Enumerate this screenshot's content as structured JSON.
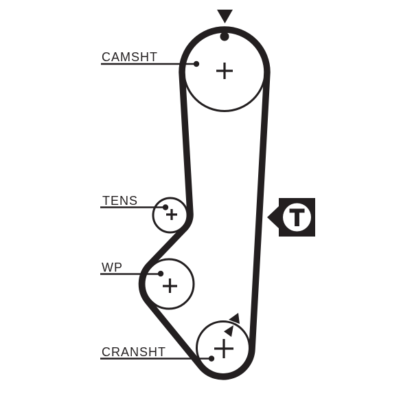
{
  "diagram": {
    "colors": {
      "ink": "#231f20",
      "paper": "#ffffff"
    },
    "labels": {
      "camshaft": "CAMSHT",
      "tensioner": "TENS",
      "water_pump": "WP",
      "crankshaft": "CRANSHT"
    },
    "tension_marker": {
      "letter": "T"
    },
    "icons": {
      "top_timing_mark": "down-triangle",
      "crank_timing_marks": "facing-triangles",
      "tension_marker_badge": "T-in-circle-with-left-arrow-tail"
    }
  }
}
